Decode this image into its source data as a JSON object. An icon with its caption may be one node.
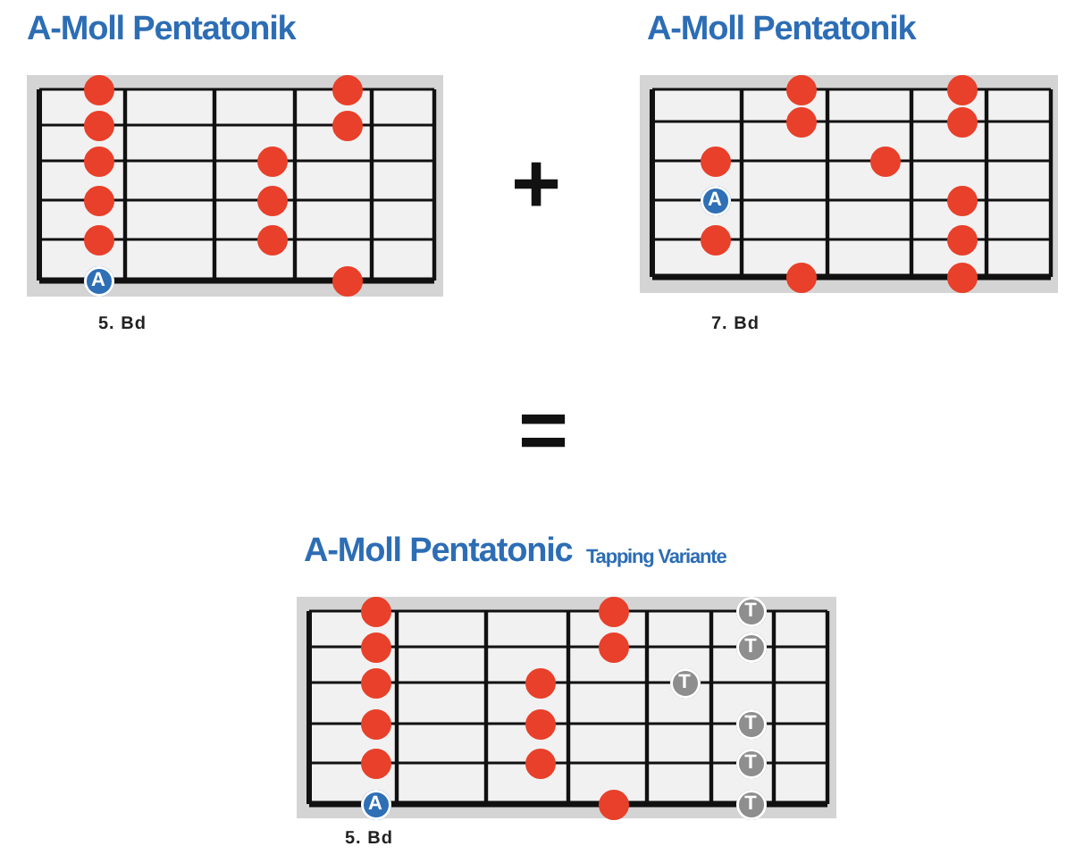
{
  "diagram": {
    "nodes": [
      {
        "text": [
          "A-Moll Pentatonik"
        ],
        "beside": [
          "5. Bd"
        ]
      },
      {
        "text": [],
        "shape": "circle",
        "in": 0
      },
      {
        "text": [],
        "shape": "circle",
        "in": 0
      },
      {
        "text": [],
        "shape": "circle",
        "in": 0
      },
      {
        "text": [],
        "shape": "circle",
        "in": 0
      },
      {
        "text": [],
        "shape": "circle",
        "in": 0
      },
      {
        "text": [],
        "shape": "circle",
        "in": 0
      },
      {
        "text": [],
        "shape": "circle",
        "in": 0
      },
      {
        "text": [],
        "shape": "circle",
        "in": 0
      },
      {
        "text": [],
        "shape": "circle",
        "in": 0
      },
      {
        "text": [],
        "shape": "circle",
        "in": 0
      },
      {
        "text": [
          "A"
        ],
        "in": 0
      },
      {
        "text": [],
        "shape": "circle",
        "in": 0
      },
      {
        "text": [
          "A-Moll Pentatonik"
        ],
        "beside": [
          "7. Bd"
        ]
      },
      {
        "text": [],
        "shape": "circle",
        "in": 13
      },
      {
        "text": [],
        "shape": "circle",
        "in": 13
      },
      {
        "text": [],
        "shape": "circle",
        "in": 13
      },
      {
        "text": [],
        "shape": "circle",
        "in": 13
      },
      {
        "text": [],
        "shape": "circle",
        "in": 13
      },
      {
        "text": [],
        "shape": "circle",
        "in": 13
      },
      {
        "text": [
          "A"
        ],
        "in": 13
      },
      {
        "text": [],
        "shape": "circle",
        "in": 13
      },
      {
        "text": [],
        "shape": "circle",
        "in": 13
      },
      {
        "text": [],
        "shape": "circle",
        "in": 13
      },
      {
        "text": [],
        "shape": "circle",
        "in": 13
      },
      {
        "text": [],
        "shape": "circle",
        "in": 13
      },
      {
        "text": [
          "A-Moll Pentatonic",
          "Tapping Variante"
        ],
        "beside": [
          "5. Bd"
        ]
      },
      {
        "text": [],
        "shape": "circle",
        "in": 26
      },
      {
        "text": [],
        "shape": "circle",
        "in": 26
      },
      {
        "text": [
          "T"
        ],
        "in": 26
      },
      {
        "text": [],
        "shape": "circle",
        "in": 26
      },
      {
        "text": [],
        "shape": "circle",
        "in": 26
      },
      {
        "text": [
          "T"
        ],
        "in": 26
      },
      {
        "text": [],
        "shape": "circle",
        "in": 26
      },
      {
        "text": [],
        "shape": "circle",
        "in": 26
      },
      {
        "text": [
          "T"
        ],
        "in": 26
      },
      {
        "text": [],
        "shape": "circle",
        "in": 26
      },
      {
        "text": [],
        "shape": "circle",
        "in": 26
      },
      {
        "text": [
          "T"
        ],
        "in": 26
      },
      {
        "text": [],
        "shape": "circle",
        "in": 26
      },
      {
        "text": [],
        "shape": "circle",
        "in": 26
      },
      {
        "text": [
          "T"
        ],
        "in": 26
      },
      {
        "text": [
          "A"
        ],
        "in": 26
      },
      {
        "text": [],
        "shape": "circle",
        "in": 26
      },
      {
        "text": [
          "T"
        ],
        "in": 26
      }
    ],
    "labels": [
      "+",
      "="
    ]
  }
}
